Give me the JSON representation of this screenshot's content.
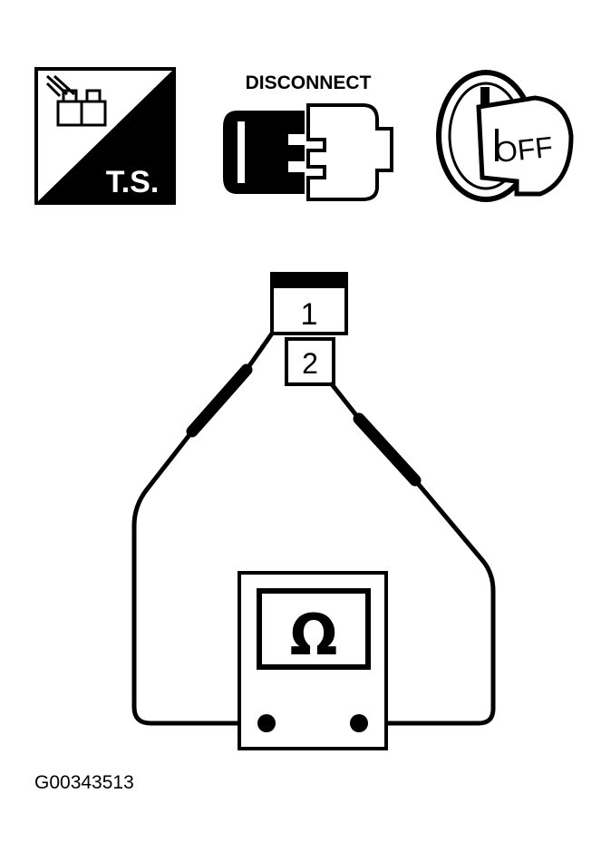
{
  "icons": {
    "ts_label": "T.S.",
    "disconnect_label": "DISCONNECT",
    "ignition_label": "OFF"
  },
  "connector": {
    "pin_1": "1",
    "pin_2": "2"
  },
  "meter": {
    "symbol": "Ω"
  },
  "figure_id": "G00343513",
  "colors": {
    "ink": "#000000",
    "paper": "#ffffff"
  }
}
